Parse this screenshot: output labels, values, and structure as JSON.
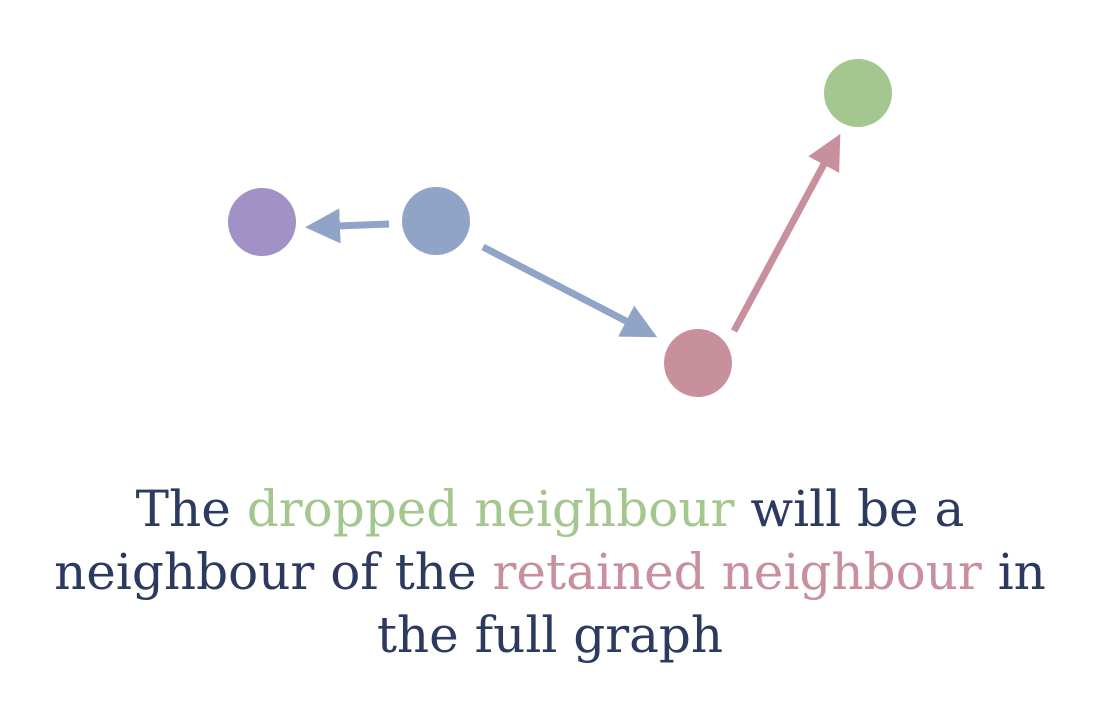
{
  "colors": {
    "text": "#2b3a5e",
    "green": "#a3c78e",
    "pink": "#c8909d",
    "blue": "#90a4c8",
    "purple": "#a191c4"
  },
  "nodes": [
    {
      "id": "purple-node",
      "color": "#a191c4"
    },
    {
      "id": "blue-node",
      "color": "#90a4c8"
    },
    {
      "id": "pink-node",
      "color": "#c8909d"
    },
    {
      "id": "green-node",
      "color": "#a3c78e"
    }
  ],
  "edges": [
    {
      "from": "blue-node",
      "to": "purple-node",
      "color": "#90a4c8"
    },
    {
      "from": "blue-node",
      "to": "pink-node",
      "color": "#90a4c8"
    },
    {
      "from": "pink-node",
      "to": "green-node",
      "color": "#c8909d"
    }
  ],
  "caption": {
    "part1": "The ",
    "dropped": "dropped neighbour",
    "part2": " will be a",
    "part3": "neighbour of the ",
    "retained": "retained neighbour",
    "part4": " in",
    "part5": "the full graph"
  }
}
